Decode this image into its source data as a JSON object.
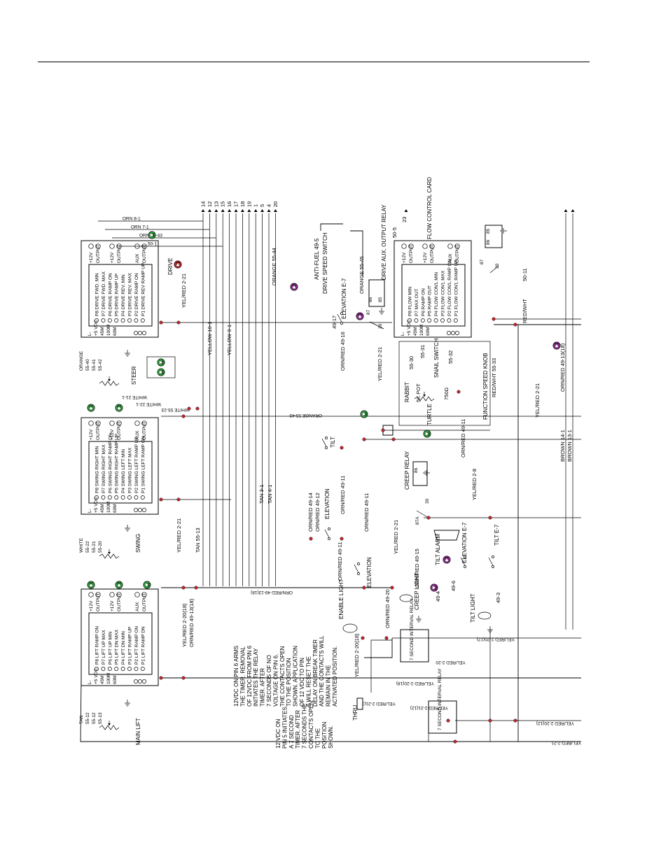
{
  "lift_card": {
    "header": [
      "+12V",
      "OUTPUT",
      "+12V",
      "OUTPUT",
      "AUX",
      "OUTPUT"
    ],
    "settings": [
      "P8 LIFT RAMP ON",
      "P7 LIFT UP MAX",
      "P6 LIFT UP MIN",
      "P5 LIFT DN MAX",
      "P4 LIFT DN MIN",
      "P3 LIFT RAMP UP",
      "P2 LIFT RAMP ON",
      "P1 LIFT RAMP DN"
    ],
    "pins": [
      "L-",
      "+5 VDC",
      "45M",
      "100M",
      "60M"
    ],
    "pot_label": "MAIN LIFT",
    "pot_wires": [
      "TAN",
      "55-12",
      "55-12",
      "55-13"
    ]
  },
  "swing_card": {
    "header": [
      "+12V",
      "OUTPUT",
      "+12V",
      "OUTPUT",
      "AUX",
      "OUTPUT"
    ],
    "settings": [
      "P8 SWING RIGHT MIN",
      "P7 SWING RIGHT MAX",
      "P6 SWING RIGHT RAMP ON",
      "P5 SWING RIGHT RAMP UP",
      "P4 SWING LEFT MIN",
      "P3 SWING LEFT MAX",
      "P2 SWING LEFT RAMP UP",
      "P1 SWING LEFT RAMP ON"
    ],
    "pins": [
      "L-",
      "+5 VDC",
      "45M",
      "100M",
      "60M"
    ],
    "pot_label": "SWING",
    "pot_wires": [
      "WHITE",
      "55-22",
      "55-21",
      "55-20"
    ]
  },
  "steer_card": {
    "header": [
      "+12V",
      "OUTPUT",
      "+12V",
      "OUTPUT",
      "AUX",
      "OUTPUT"
    ],
    "settings": [
      "P8 DRIVE FWD. MIN",
      "P7 DRIVE FWD. MAX",
      "P6 DRIVE RAMP ON",
      "P5 DRIVE RAMP UP",
      "P4 DRIVE REV. MIN",
      "P3 DRIVE REV. MAX",
      "P2 DRIVE RAMP ON",
      "P1 DRIVE REV RAMP UP"
    ],
    "pins": [
      "L-",
      "+5 VDC",
      "45M",
      "100M",
      "60M"
    ],
    "pot_label": "STEER",
    "pot_wires": [
      "ORANGE",
      "55-40",
      "55-41",
      "55-42"
    ],
    "output_label": "DRIVE"
  },
  "flow_card": {
    "header": [
      "+12V",
      "OUTPUT",
      "+12V",
      "OUTPUT",
      "AUX",
      "OUTPUT"
    ],
    "settings": [
      "P8 FLOW MIN",
      "P7 MAX OUT",
      "P6 RAMP ON",
      "P5 RAMP OUT",
      "P4 FLOW CON'L MIN",
      "P3 FLOW CON'L MAX",
      "P2 FLOW CON'L RAMP ON",
      "P1 FLOW CON'L RAMP UP"
    ],
    "pins": [
      "L-",
      "+5 VDC",
      "45M",
      "100M",
      "60M"
    ],
    "card_label": "FLOW CONTROL CARD",
    "output_wires": [
      "50-5",
      "23"
    ]
  },
  "top_wires": [
    "ORN 8-1",
    "ORN 7-1",
    "ORN 55-43",
    "50-1"
  ],
  "bus_numbers": [
    "14",
    "12",
    "13",
    "15",
    "16",
    "17",
    "18",
    "19",
    "1",
    "5",
    "4",
    "20"
  ],
  "wire_labels": {
    "yellow_10": "YELLOW 10-1",
    "yellow_9": "YELLOW 9-1",
    "white_21": "WHITE 21-1",
    "white_22": "WHITE 22-1",
    "white_23": "WHITE 55-23",
    "orange_55_43": "ORANGE 55-43",
    "orange_55_44": "ORANGE 55-44",
    "orange_55_45": "ORANGE 55-45",
    "tan_3": "TAN 3-1",
    "tan_4": "TAN 4-1",
    "tan_55_13": "TAN 55-13",
    "yel_red_2_21a": "YEL/RED 2-21",
    "yel_red_2_21b": "YEL/RED 2-21",
    "yel_red_2_21c": "YEL/RED 2-21",
    "yel_red_2_21d": "YEL/RED 2-21",
    "yel_red_2_21e": "YEL/RED 2-21",
    "yel_red_2_20": "YEL/RED 2-20(18)",
    "orn_red_49_13": "ORN/RED 49-13(18)",
    "orn_red_49_13b": "ORN/RED 49-13(18)",
    "orn_red_49_13c": "ORN/RED 49-13(18)",
    "orn_red_49_14": "ORN/RED 49-14",
    "orn_red_49_12": "ORN/RED 49-12",
    "orn_red_49_11": "ORN/RED 49-11",
    "orn_red_49_11b": "ORN/RED 49-11",
    "orn_red_49_11c": "ORN/RED 49-11",
    "orn_red_49_16": "ORN/RED 49-16",
    "orn_red_49_17": "49-17",
    "orn_red_49_15": "ORN/RED 49-15",
    "orn_red_49_20": "ORN/RED 49-20",
    "yel_red_2_8": "YEL/RED 2-8",
    "yel_red_2_20_12a": "YEL/RED 2-20(12)",
    "yel_red_2_20_12b": "YEL/RED 2-20(12)",
    "yel_red_2_20_18": "YEL/RED 2-20(18)",
    "yel_red_2_20b": "YEL/RED 2-20",
    "yel_red_2_21_12": "YEL/RED 2-21(12)",
    "yel_red_2_21_12b": "YEL/RED 2-21(12)",
    "yel_red_2_21_bottom": "YEL/RED 2-21",
    "red_wht": "RED/WHT",
    "red_wht_55_33": "RED/WHT 55-33",
    "wire_50_11": "50-11",
    "brown_14": "BROWN 14-1",
    "brown_13": "BROWN 13-1",
    "wire_55_30": "55-30",
    "wire_55_31": "55-31",
    "wire_55_32": "55-32",
    "wire_49_3": "49-3",
    "wire_49_4": "49-4",
    "wire_49_6": "49-6"
  },
  "components": {
    "anti_fuel": "ANTI-FUEL 49-5",
    "drive_speed": "DRIVE SPEED SWITCH",
    "elevation_e7": "ELEVATION E-7",
    "elevation_e7b": "ELEVATION E-7",
    "drive_aux_relay": "DRIVE AUX. OUTPUT RELAY",
    "relay_85": "85",
    "relay_86": "86",
    "relay_87": "87",
    "relay_30": "30",
    "relay_87a": "87A",
    "creep_relay": "CREEP RELAY",
    "creep_light": "CREEP LIGHT",
    "tilt_alarm": "TILT ALARM",
    "tilt_light": "TILT LIGHT",
    "tilt_e7": "TILT E-7",
    "tilt": "TILT",
    "elevation": "ELEVATION",
    "elevation_b": "ELEVATION",
    "enable_light": "ENABLE LIGHT",
    "rabbit": "RABBIT",
    "turtle": "TURTLE",
    "snail_switch": "SNAIL SWITCH",
    "pot_5k": "5K POT",
    "res_750": "750Ω",
    "function_speed": "FUNCTION SPEED KNOB",
    "thru": "THRU",
    "relay_7s_a": "7 SECOND INTERVAL RELAY",
    "relay_7s_b": "7 SECOND INTERVAL RELAY"
  },
  "notes": {
    "upper": [
      "12VDC ON PIN 6 ARMS",
      "THE TIMER. REMOVAL",
      "OF 12VDC FROM PIN 6",
      "INITIATES THE RELAY",
      "TIMER. AFTER",
      "7 SECONDS OF NO",
      "VOLTAGE ON PIN 6,",
      "THE CONTACTS OPEN",
      "TO THE POSITION",
      "SHOWN. APPLICATION",
      "OF 12 VDC TO PIN",
      "6 WILL RESET THE",
      "DELAY ON BREAK TIMER",
      "AND THE CONTACTS WILL",
      "REMAIN IN THE",
      "ACTIVATED POSITION."
    ],
    "lower": [
      "12 VDC ON",
      "PIN 5 INITIATES",
      "A 7 SECOND",
      "TIMER. AFTER",
      "7 SECONDS THE",
      "CONTACTS OPEN",
      "TO THE",
      "POSITION",
      "SHOWN."
    ]
  }
}
